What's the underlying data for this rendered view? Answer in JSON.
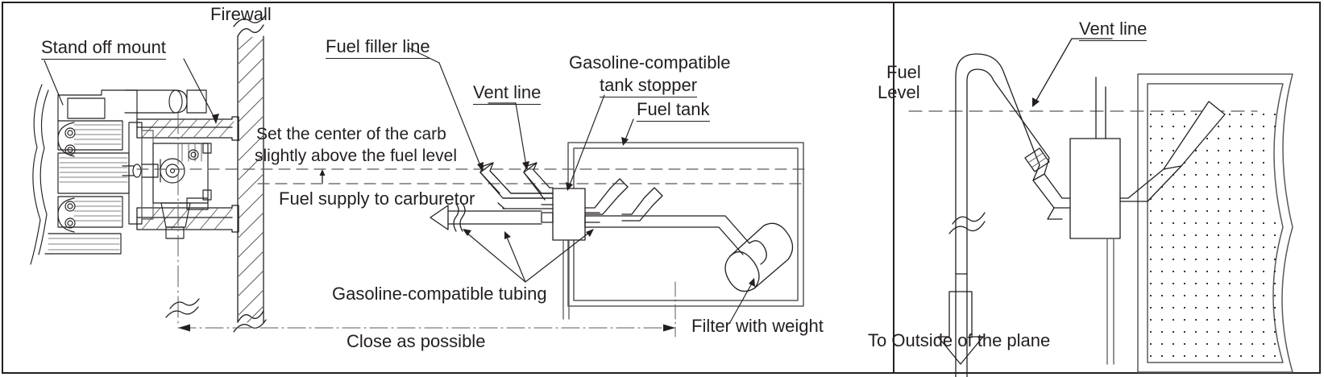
{
  "diagram": {
    "title_hidden": "",
    "panels": [
      {
        "id": "left-panel",
        "name": "engine-fuel-system-layout",
        "labels": {
          "stand_off_mount": "Stand off mount",
          "firewall": "Firewall",
          "fuel_filler_line": "Fuel filler line",
          "vent_line": "Vent line",
          "gasoline_tank_stopper_l1": "Gasoline-compatible",
          "gasoline_tank_stopper_l2": "tank stopper",
          "fuel_tank": "Fuel tank",
          "set_center_l1": "Set the center of the carb",
          "set_center_l2": "slightly above the fuel level",
          "fuel_supply": "Fuel supply to carburetor",
          "gasoline_tubing": "Gasoline-compatible tubing",
          "filter_with_weight": "Filter with weight",
          "close_as_possible": "Close as possible"
        }
      },
      {
        "id": "right-panel",
        "name": "vent-line-detail",
        "labels": {
          "vent_line": "Vent line",
          "fuel_l1": "Fuel",
          "fuel_l2": "Level",
          "to_outside": "To Outside of the plane"
        }
      }
    ],
    "colors": {
      "line": "#231f20",
      "thin_line": "#58595b",
      "background": "#ffffff"
    }
  }
}
